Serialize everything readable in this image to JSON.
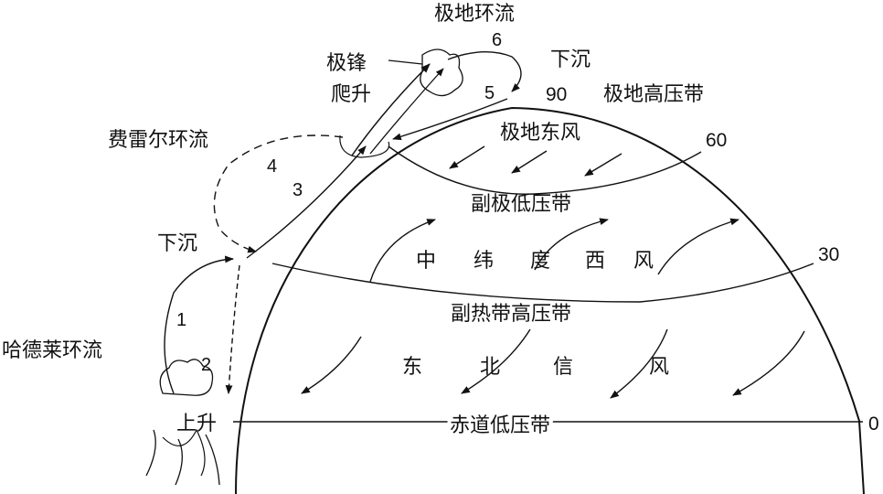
{
  "cells": {
    "polar": "极地环流",
    "ferrel": "费雷尔环流",
    "hadley": "哈德莱环流"
  },
  "front": {
    "line1": "极锋",
    "line2": "爬升"
  },
  "motion": {
    "polar_sink": "下沉",
    "ferrel_sink": "下沉",
    "equator_rise": "上升"
  },
  "pressure_belts": {
    "polar_high": "极地高压带",
    "subpolar_low": "副极低压带",
    "subtropical_high": "副热带高压带",
    "equatorial_low": "赤道低压带"
  },
  "winds": {
    "polar_easterlies": "极地东风",
    "westerlies": [
      "中",
      "纬",
      "度",
      "西",
      "风"
    ],
    "ne_trades": [
      "东",
      "北",
      "信",
      "风"
    ]
  },
  "latitudes": {
    "lat0": "0",
    "lat30": "30",
    "lat60": "60",
    "lat90": "90"
  },
  "step_numbers": [
    "1",
    "2",
    "3",
    "4",
    "5",
    "6"
  ]
}
